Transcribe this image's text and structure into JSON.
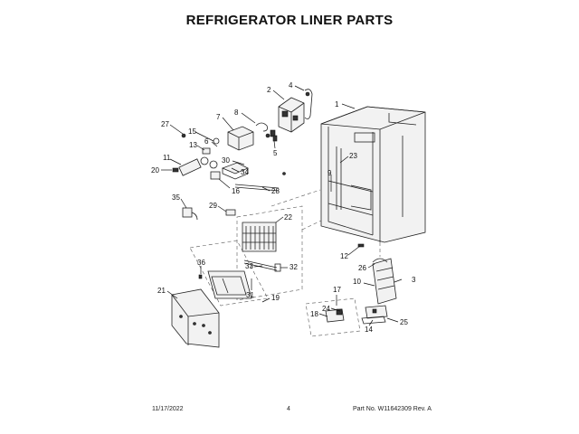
{
  "title": "REFRIGERATOR LINER PARTS",
  "footer": {
    "date": "11/17/2022",
    "page": "4",
    "part_number": "Part No. W11642309  Rev. A"
  },
  "callouts": [
    "1",
    "2",
    "3",
    "4",
    "5",
    "6",
    "7",
    "8",
    "9",
    "10",
    "11",
    "12",
    "13",
    "14",
    "15",
    "16",
    "17",
    "18",
    "19",
    "20",
    "21",
    "22",
    "23",
    "24",
    "25",
    "26",
    "27",
    "28",
    "29",
    "30",
    "31",
    "32",
    "33",
    "34",
    "35",
    "36"
  ]
}
